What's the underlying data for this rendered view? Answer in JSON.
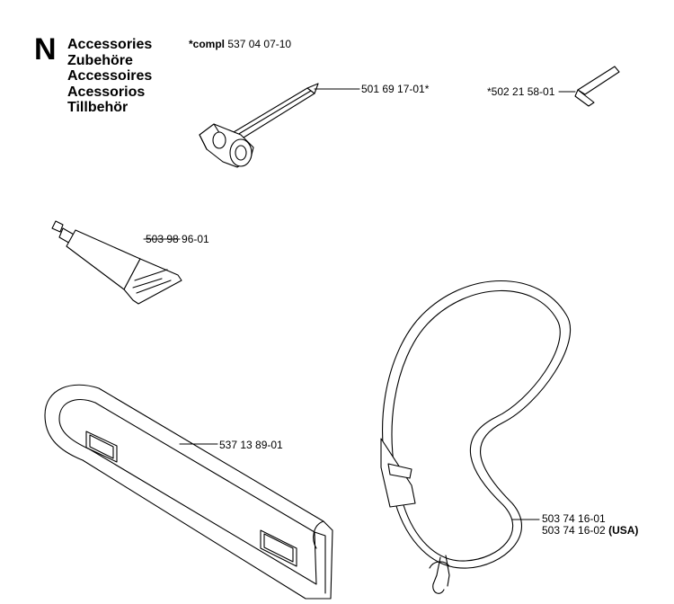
{
  "section": {
    "letter": "N",
    "titles": [
      "Accessories",
      "Zubehöre",
      "Accessoires",
      "Acessorios",
      "Tillbehör"
    ]
  },
  "note": {
    "prefix": "*compl",
    "part": "537 04 07-10"
  },
  "parts": {
    "combination_spanner": "501 69 17-01*",
    "allen_key": "*502 21 58-01",
    "grease_tube": "503 98 96-01",
    "bar_guard": "537 13 89-01",
    "harness_1": "503 74 16-01",
    "harness_2": "503 74 16-02",
    "harness_2_suffix": "(USA)"
  }
}
